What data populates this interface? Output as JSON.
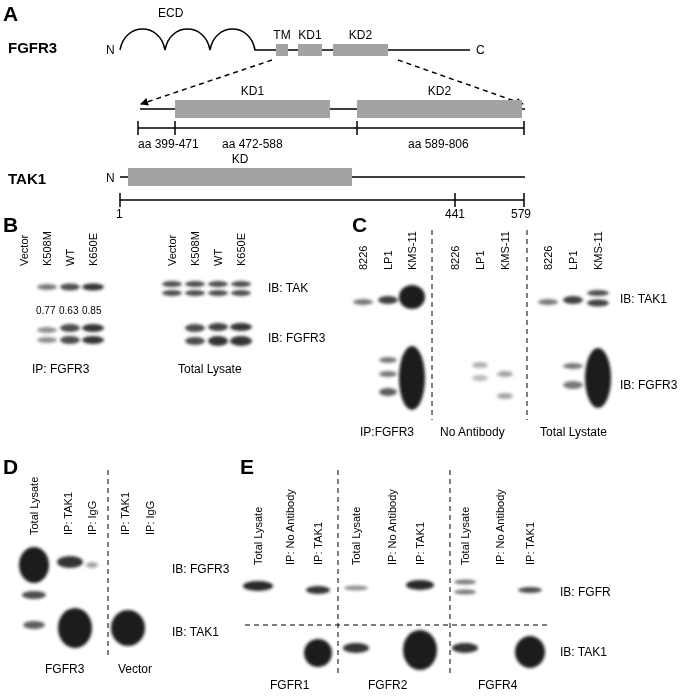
{
  "diagram": {
    "nodes": [
      {
        "text": [
          "TM"
        ]
      },
      {
        "text": [
          "KD1"
        ]
      },
      {
        "text": [
          "KD2"
        ]
      },
      {
        "text": [
          "KD1"
        ]
      },
      {
        "text": [
          "KD2"
        ]
      },
      {
        "text": [
          "KD"
        ]
      }
    ],
    "labels": [
      "A",
      "FGFR3",
      "N",
      "ECD",
      "C",
      "aa 399-471",
      "aa 472-588",
      "aa 589-806",
      "TAK1",
      "N",
      "1",
      "441",
      "579",
      "B",
      "Vector",
      "K508M",
      "WT",
      "K650E",
      "0.77",
      "0.63",
      "0.85",
      "Vector",
      "K508M",
      "WT",
      "K650E",
      "IB: TAK",
      "IB: FGFR3",
      "IP: FGFR3",
      "Total Lysate",
      "C",
      "8226",
      "LP1",
      "KMS-11",
      "8226",
      "LP1",
      "KMS-11",
      "8226",
      "LP1",
      "KMS-11",
      "IB: TAK1",
      "IB: FGFR3",
      "IP:FGFR3",
      "No Antibody",
      "Total Lystate",
      "D",
      "Total Lysate",
      "IP: TAK1",
      "IP: IgG",
      "IP: TAK1",
      "IP: IgG",
      "IB: FGFR3",
      "IB: TAK1",
      "FGFR3",
      "Vector",
      "E",
      "Total Lysate",
      "IP: No Antibody",
      "IP: TAK1",
      "Total Lysate",
      "IP: No Antibody",
      "IP: TAK1",
      "Total Lysate",
      "IP: No Antibody",
      "IP: TAK1",
      "IB: FGFR",
      "IB: TAK1",
      "FGFR1",
      "FGFR2",
      "FGFR4"
    ]
  }
}
